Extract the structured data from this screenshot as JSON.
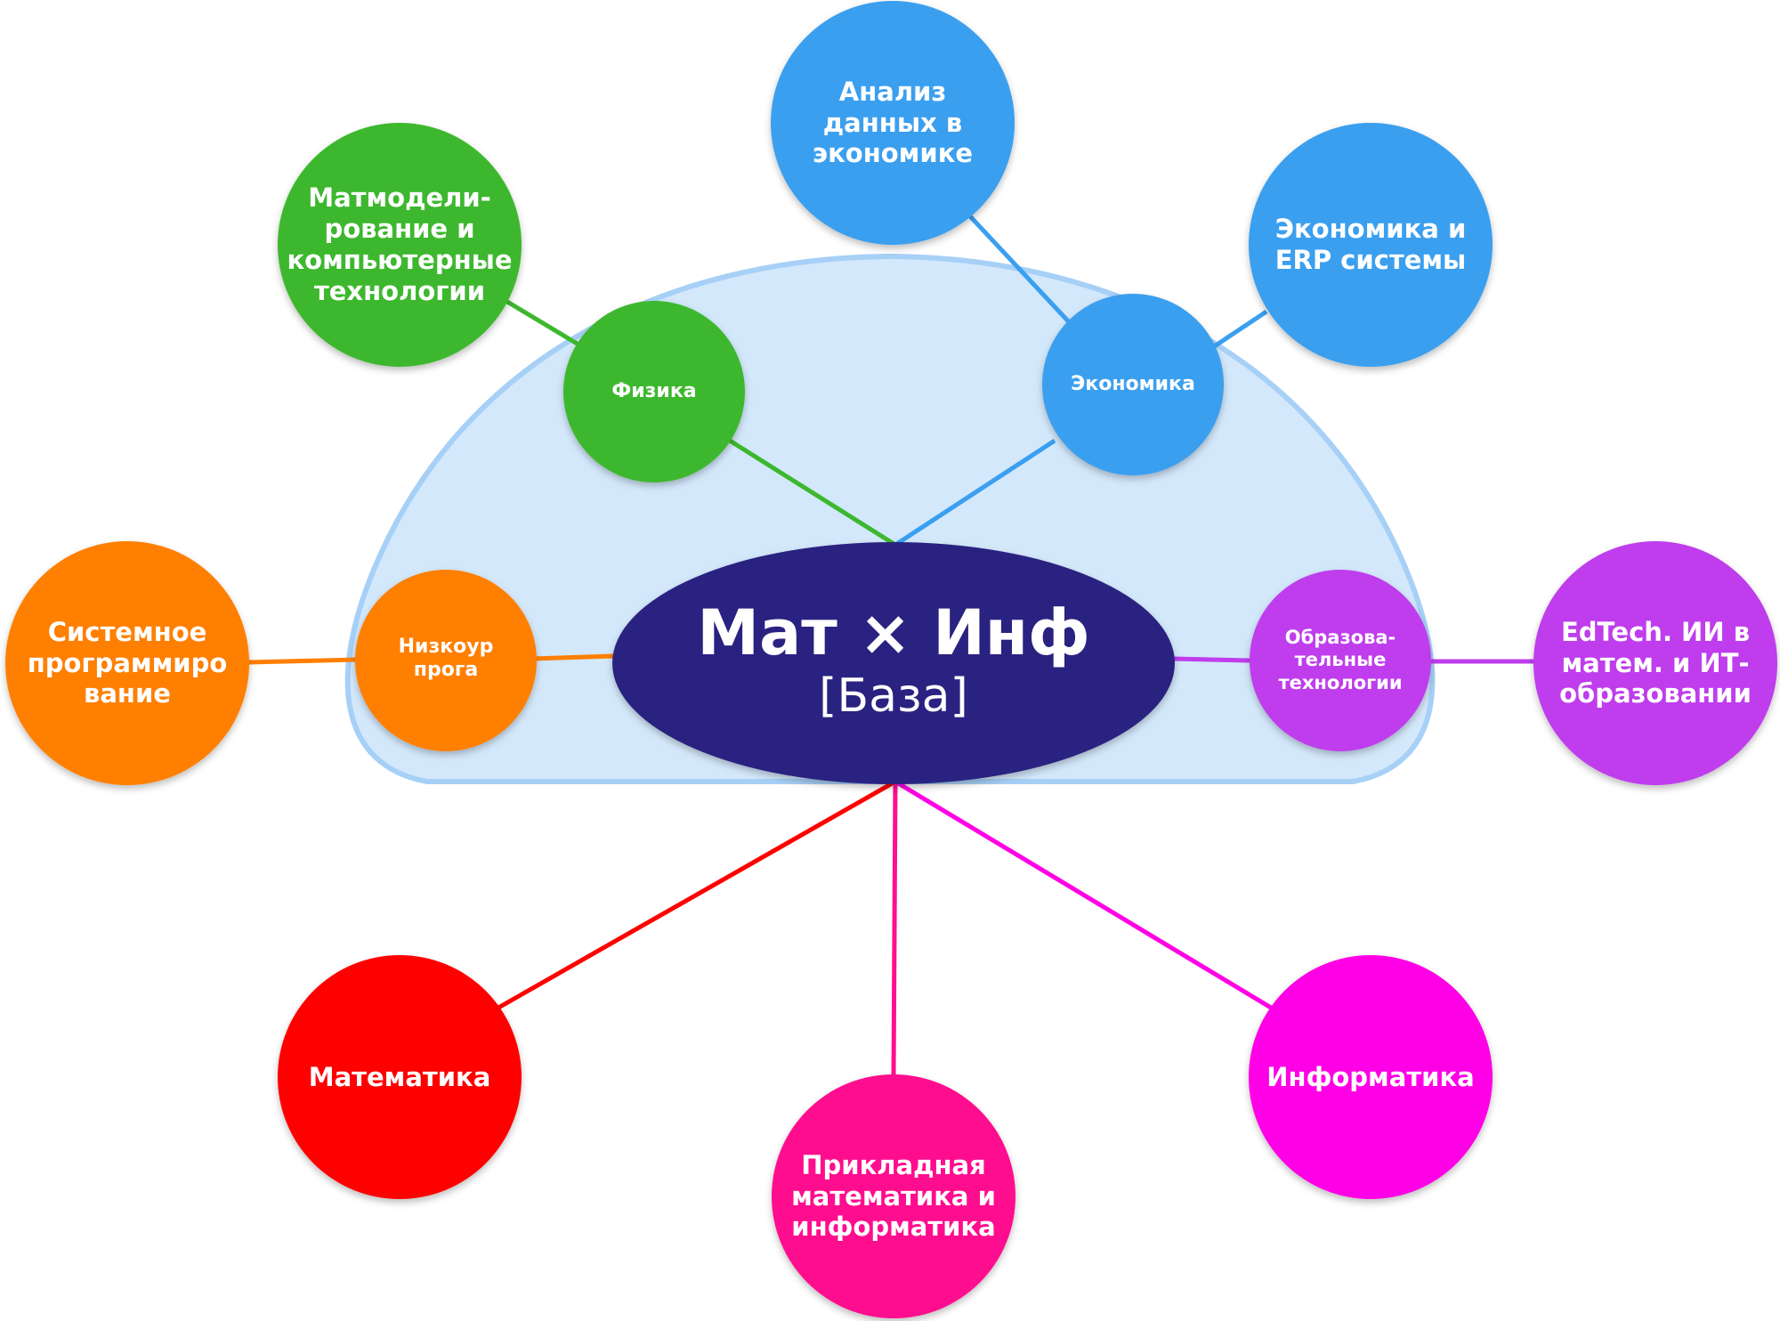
{
  "hub": {
    "title": "Мат × Инф",
    "subtitle": "[База]",
    "color": "#2b2480"
  },
  "dome_color": "#d3e8fb",
  "colors": {
    "green": "#3db82e",
    "blue": "#3a9fef",
    "orange": "#ff7f00",
    "purple": "#bf3ded",
    "red": "#ff0000",
    "fuchsia": "#ff00e6",
    "pink": "#ff0f8f"
  },
  "inner_nodes": {
    "physics": {
      "label": "Физика"
    },
    "economics": {
      "label": "Экономика"
    },
    "lowcode": {
      "label": "Низкоур прога"
    },
    "edu": {
      "label": "Образова-тельные технологии"
    }
  },
  "outer_nodes": {
    "modeling": {
      "label": "Матмодели-рование и компьютерные технологии"
    },
    "data_econ": {
      "label": "Анализ данных в экономике"
    },
    "erp": {
      "label": "Экономика и ERP системы"
    },
    "sysprog": {
      "label": "Системное программиро вание"
    },
    "edtech": {
      "label": "EdTech. ИИ в матем. и ИТ-образовании"
    },
    "math": {
      "label": "Математика"
    },
    "applied": {
      "label": "Прикладная математика и информатика"
    },
    "cs": {
      "label": "Информатика"
    }
  }
}
